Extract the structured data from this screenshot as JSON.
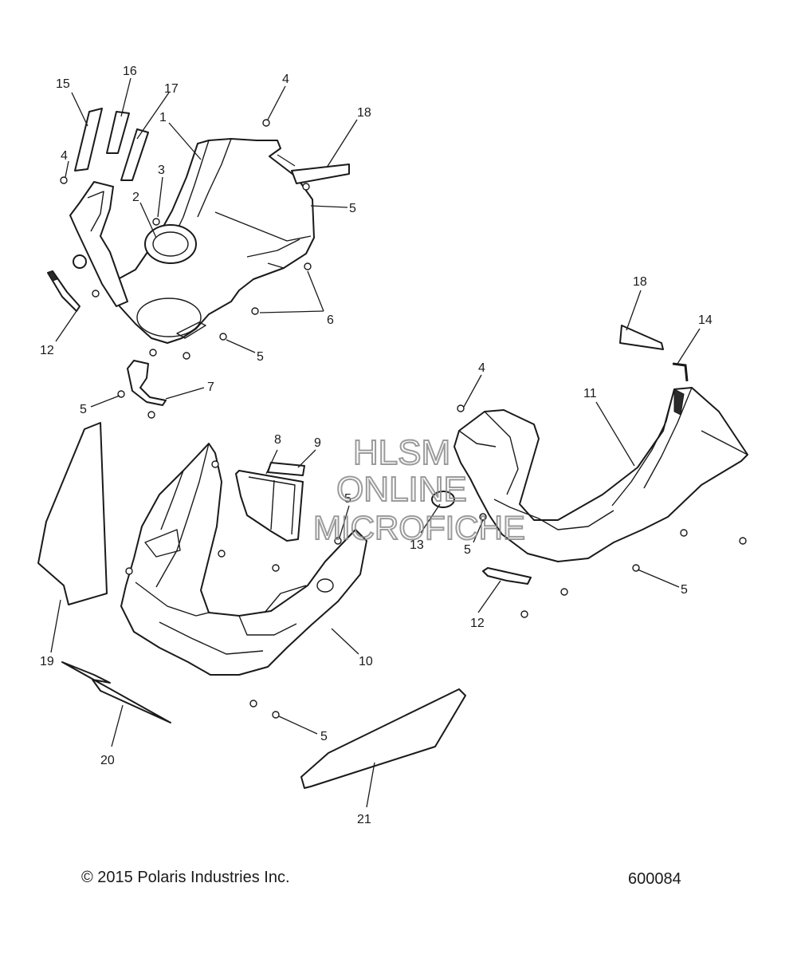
{
  "callouts": [
    {
      "id": "c15",
      "label": "15"
    },
    {
      "id": "c16",
      "label": "16"
    },
    {
      "id": "c17",
      "label": "17"
    },
    {
      "id": "c1",
      "label": "1"
    },
    {
      "id": "c4a",
      "label": "4"
    },
    {
      "id": "c18a",
      "label": "18"
    },
    {
      "id": "c4b",
      "label": "4"
    },
    {
      "id": "c3",
      "label": "3"
    },
    {
      "id": "c2",
      "label": "2"
    },
    {
      "id": "c5a",
      "label": "5"
    },
    {
      "id": "c6",
      "label": "6"
    },
    {
      "id": "c12a",
      "label": "12"
    },
    {
      "id": "c5b",
      "label": "5"
    },
    {
      "id": "c7",
      "label": "7"
    },
    {
      "id": "c5c",
      "label": "5"
    },
    {
      "id": "c18b",
      "label": "18"
    },
    {
      "id": "c14",
      "label": "14"
    },
    {
      "id": "c4c",
      "label": "4"
    },
    {
      "id": "c11",
      "label": "11"
    },
    {
      "id": "c8",
      "label": "8"
    },
    {
      "id": "c9",
      "label": "9"
    },
    {
      "id": "c5d",
      "label": "5"
    },
    {
      "id": "c13",
      "label": "13"
    },
    {
      "id": "c5e",
      "label": "5"
    },
    {
      "id": "c5f",
      "label": "5"
    },
    {
      "id": "c19",
      "label": "19"
    },
    {
      "id": "c12b",
      "label": "12"
    },
    {
      "id": "c10",
      "label": "10"
    },
    {
      "id": "c20",
      "label": "20"
    },
    {
      "id": "c5g",
      "label": "5"
    },
    {
      "id": "c21",
      "label": "21"
    }
  ],
  "watermark": {
    "line1": "HLSM",
    "line2": "ONLINE",
    "line3": "MICROFICHE"
  },
  "footer": {
    "copyright": "© 2015 Polaris Industries Inc.",
    "diagram_number": "600084"
  },
  "colors": {
    "line": "#1a1a1a",
    "background": "#ffffff",
    "watermark": "#8a8a8a"
  }
}
